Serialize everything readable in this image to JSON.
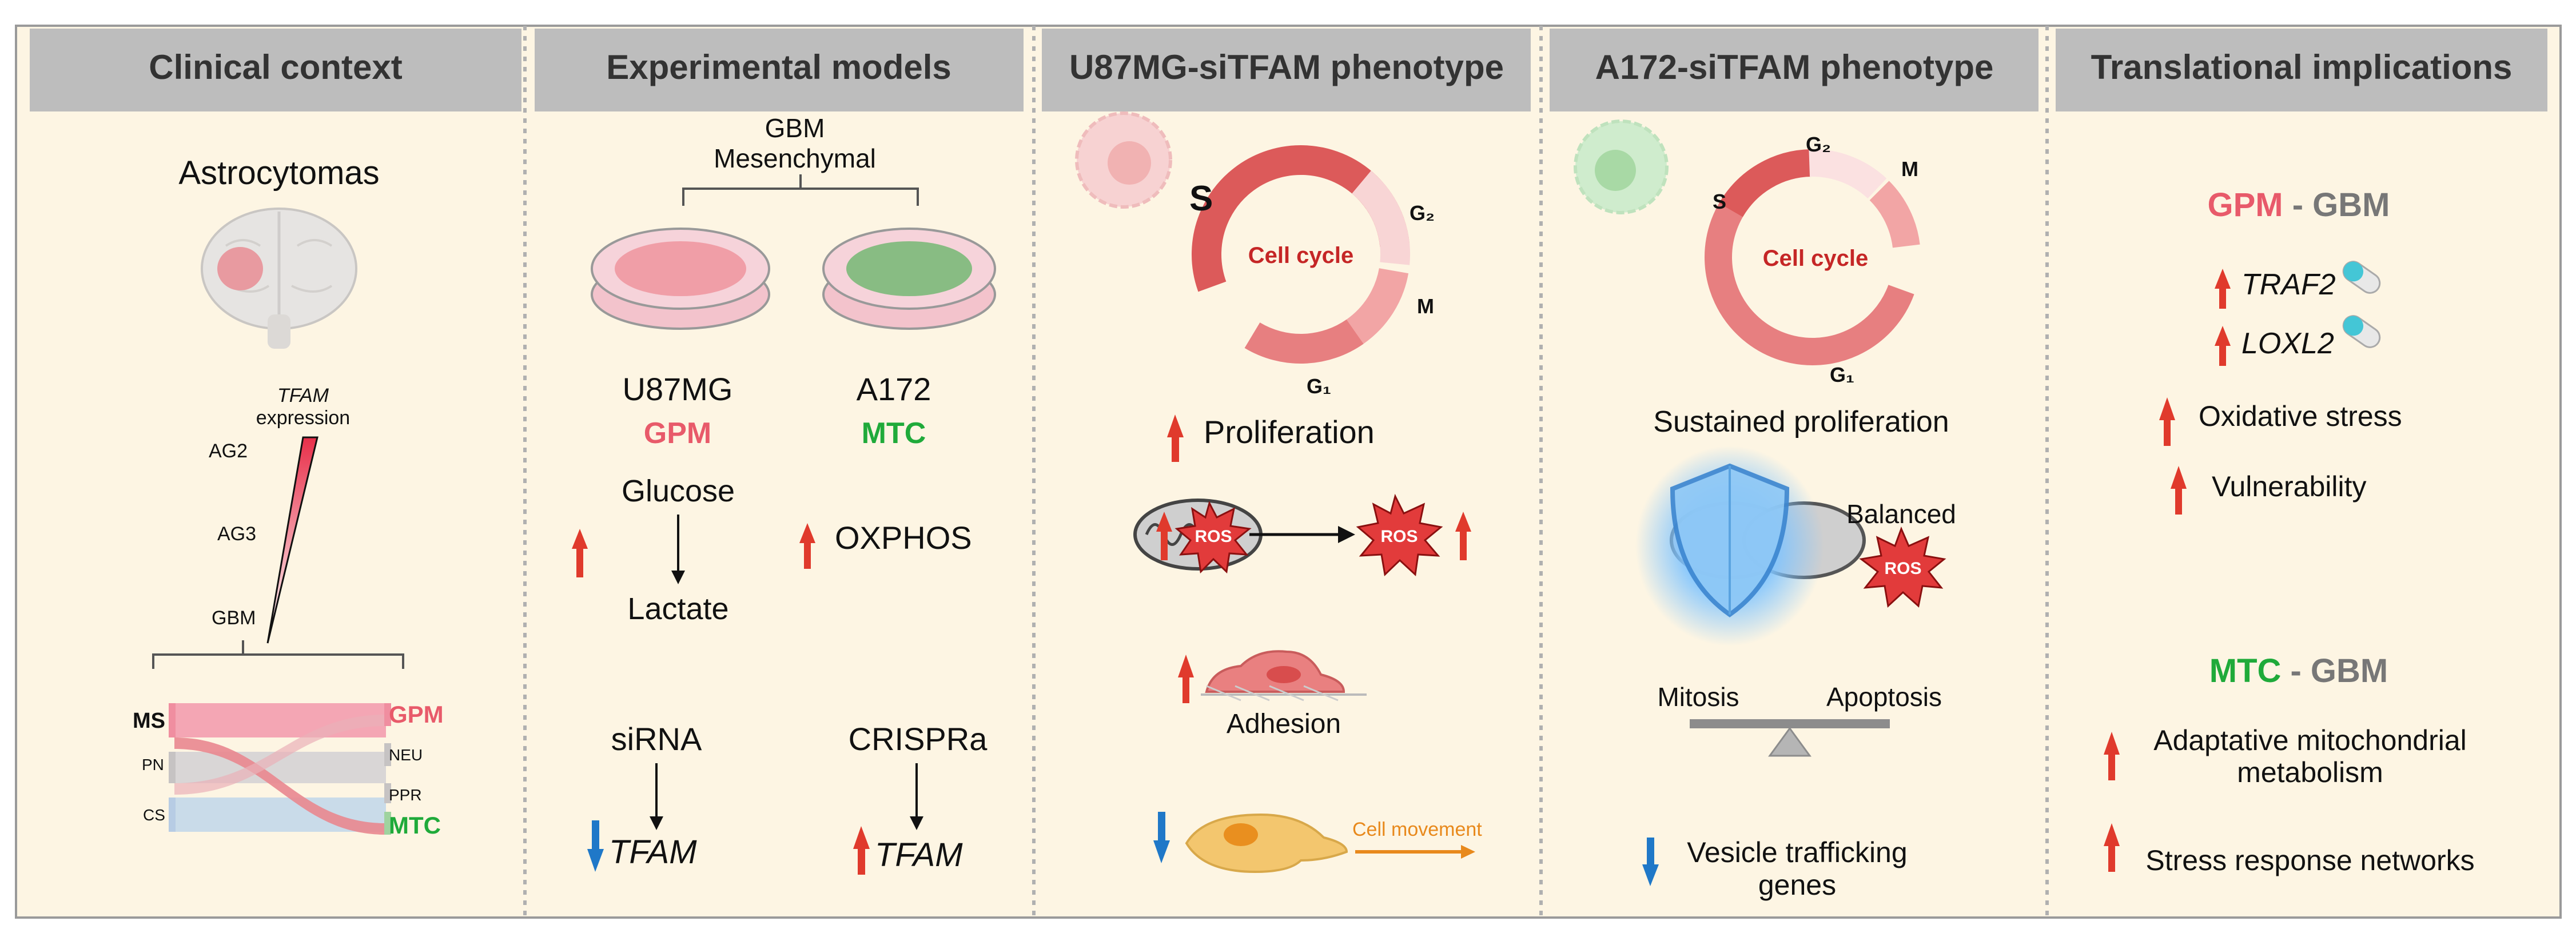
{
  "colors": {
    "background": "#fdf5e3",
    "header": "#bdbdbd",
    "gpm": "#e85a6a",
    "mtc": "#1faa3a",
    "gbm_grey": "#777777",
    "up_arrow": "#e03a2c",
    "down_arrow": "#1f78c8",
    "cell_cycle_dark": "#dc5a5a",
    "cell_cycle_light": "#f6c5c5",
    "ros": "#e23b3b"
  },
  "panels": [
    {
      "title": "Clinical context"
    },
    {
      "title": "Experimental models"
    },
    {
      "title": "U87MG-siTFAM phenotype"
    },
    {
      "title": "A172-siTFAM phenotype"
    },
    {
      "title": "Translational implications"
    }
  ],
  "clinical": {
    "astrocytomas": "Astrocytomas",
    "tfam": "TFAM",
    "expression": "expression",
    "ag2": "AG2",
    "ag3": "AG3",
    "gbm": "GBM",
    "subtypes_left": [
      "MS",
      "PN",
      "CS"
    ],
    "subtypes_right": [
      "GPM",
      "NEU",
      "PPR",
      "MTC"
    ]
  },
  "models": {
    "gbm": "GBM",
    "mesenchymal": "Mesenchymal",
    "u87": "U87MG",
    "gpm": "GPM",
    "a172": "A172",
    "mtc": "MTC",
    "glucose": "Glucose",
    "lactate": "Lactate",
    "oxphos": "OXPHOS",
    "sirna": "siRNA",
    "crispra": "CRISPRa",
    "tfam": "TFAM"
  },
  "u87": {
    "s": "S",
    "g2": "G₂",
    "m": "M",
    "g1": "G₁",
    "cell_cycle": "Cell cycle",
    "proliferation": "Proliferation",
    "ros": "ROS",
    "adhesion": "Adhesion",
    "cell_movement": "Cell movement"
  },
  "a172": {
    "g2": "G₂",
    "m": "M",
    "s": "S",
    "g1": "G₁",
    "cell_cycle": "Cell cycle",
    "sustained": "Sustained proliferation",
    "balanced": "Balanced",
    "ros": "ROS",
    "mitosis": "Mitosis",
    "apoptosis": "Apoptosis",
    "vesicle_1": "Vesicle trafficking",
    "vesicle_2": "genes"
  },
  "translational": {
    "gpm": "GPM",
    "gbm_1": " - GBM",
    "traf2": "TRAF2",
    "loxl2": "LOXL2",
    "oxidative": "Oxidative stress",
    "vulnerability": "Vulnerability",
    "mtc": "MTC",
    "gbm_2": " - GBM",
    "adaptive_1": "Adaptative mitochondrial",
    "adaptive_2": "metabolism",
    "stress": "Stress response networks"
  }
}
